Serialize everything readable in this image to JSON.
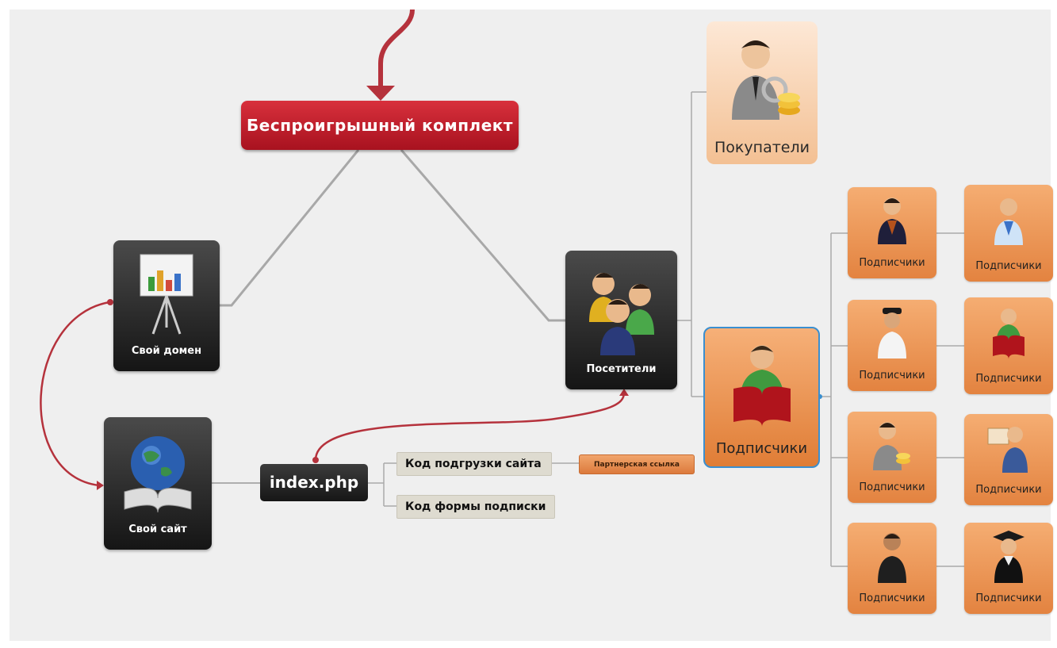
{
  "root": {
    "label": "Беспроигрышный комплект"
  },
  "domain": {
    "label": "Свой домен",
    "icon": "presentation-board-icon"
  },
  "site": {
    "label": "Свой сайт",
    "icon": "globe-book-icon"
  },
  "index": {
    "label": "index.php"
  },
  "tags": {
    "load_code": "Код подгрузки сайта",
    "form_code": "Код формы подписки"
  },
  "partner": {
    "label": "Партнерская ссылка"
  },
  "visitors": {
    "label": "Посетители",
    "icon": "group-people-icon"
  },
  "buyers": {
    "label": "Покупатели",
    "icon": "businessman-coins-icon"
  },
  "subscribers": {
    "label": "Подписчики",
    "icon": "reader-book-icon"
  },
  "small_nodes": [
    {
      "label": "Подписчики"
    },
    {
      "label": "Подписчики"
    },
    {
      "label": "Подписчики"
    },
    {
      "label": "Подписчики"
    },
    {
      "label": "Подписчики"
    },
    {
      "label": "Подписчики"
    },
    {
      "label": "Подписчики"
    },
    {
      "label": "Подписчики"
    }
  ],
  "colors": {
    "root": "#c0202c",
    "dark_node": "#2a2a2a",
    "orange_node": "#ea8a45",
    "connector_red": "#b5323c",
    "selection": "#3a8fd0"
  }
}
